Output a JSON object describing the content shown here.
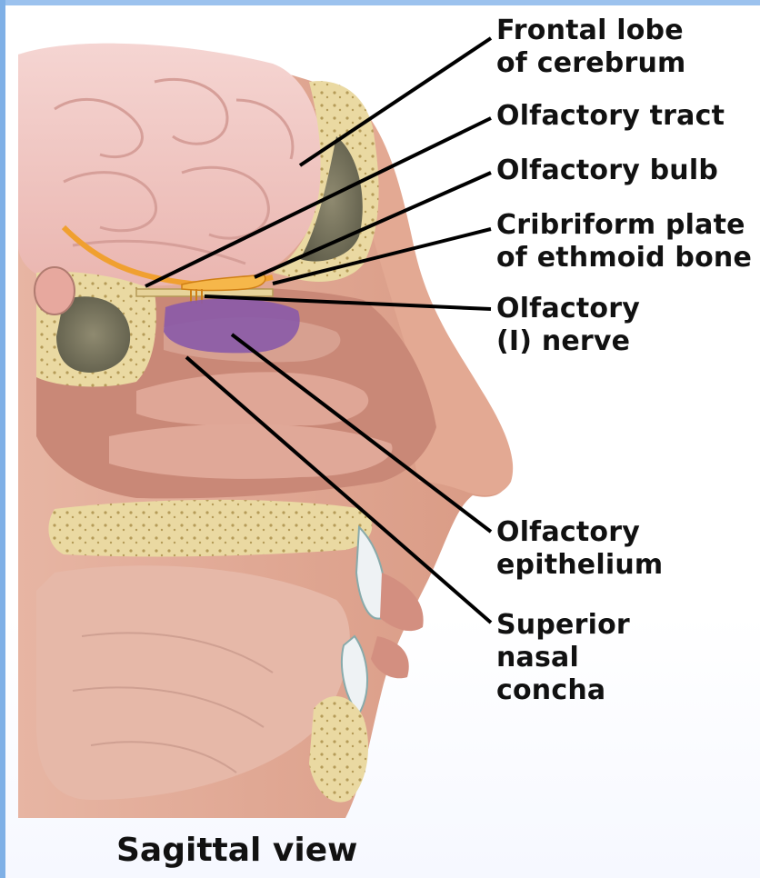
{
  "figure": {
    "caption": "Sagittal view",
    "labels": [
      {
        "id": "frontal-lobe",
        "text": "Frontal lobe\nof cerebrum"
      },
      {
        "id": "olfactory-tract",
        "text": "Olfactory tract"
      },
      {
        "id": "olfactory-bulb",
        "text": "Olfactory bulb"
      },
      {
        "id": "cribriform-plate",
        "text": "Cribriform plate\nof ethmoid bone"
      },
      {
        "id": "olfactory-nerve",
        "text": "Olfactory\n(I) nerve"
      },
      {
        "id": "olfactory-epithelium",
        "text": "Olfactory\nepithelium"
      },
      {
        "id": "superior-nasal-concha",
        "text": "Superior\nnasal\nconcha"
      }
    ]
  },
  "colors": {
    "brain": "#f2c6c2",
    "bone": "#e8d9a0",
    "flesh": "#d9a090",
    "epithelium": "#8a5aa8",
    "nerve": "#f0a030"
  }
}
